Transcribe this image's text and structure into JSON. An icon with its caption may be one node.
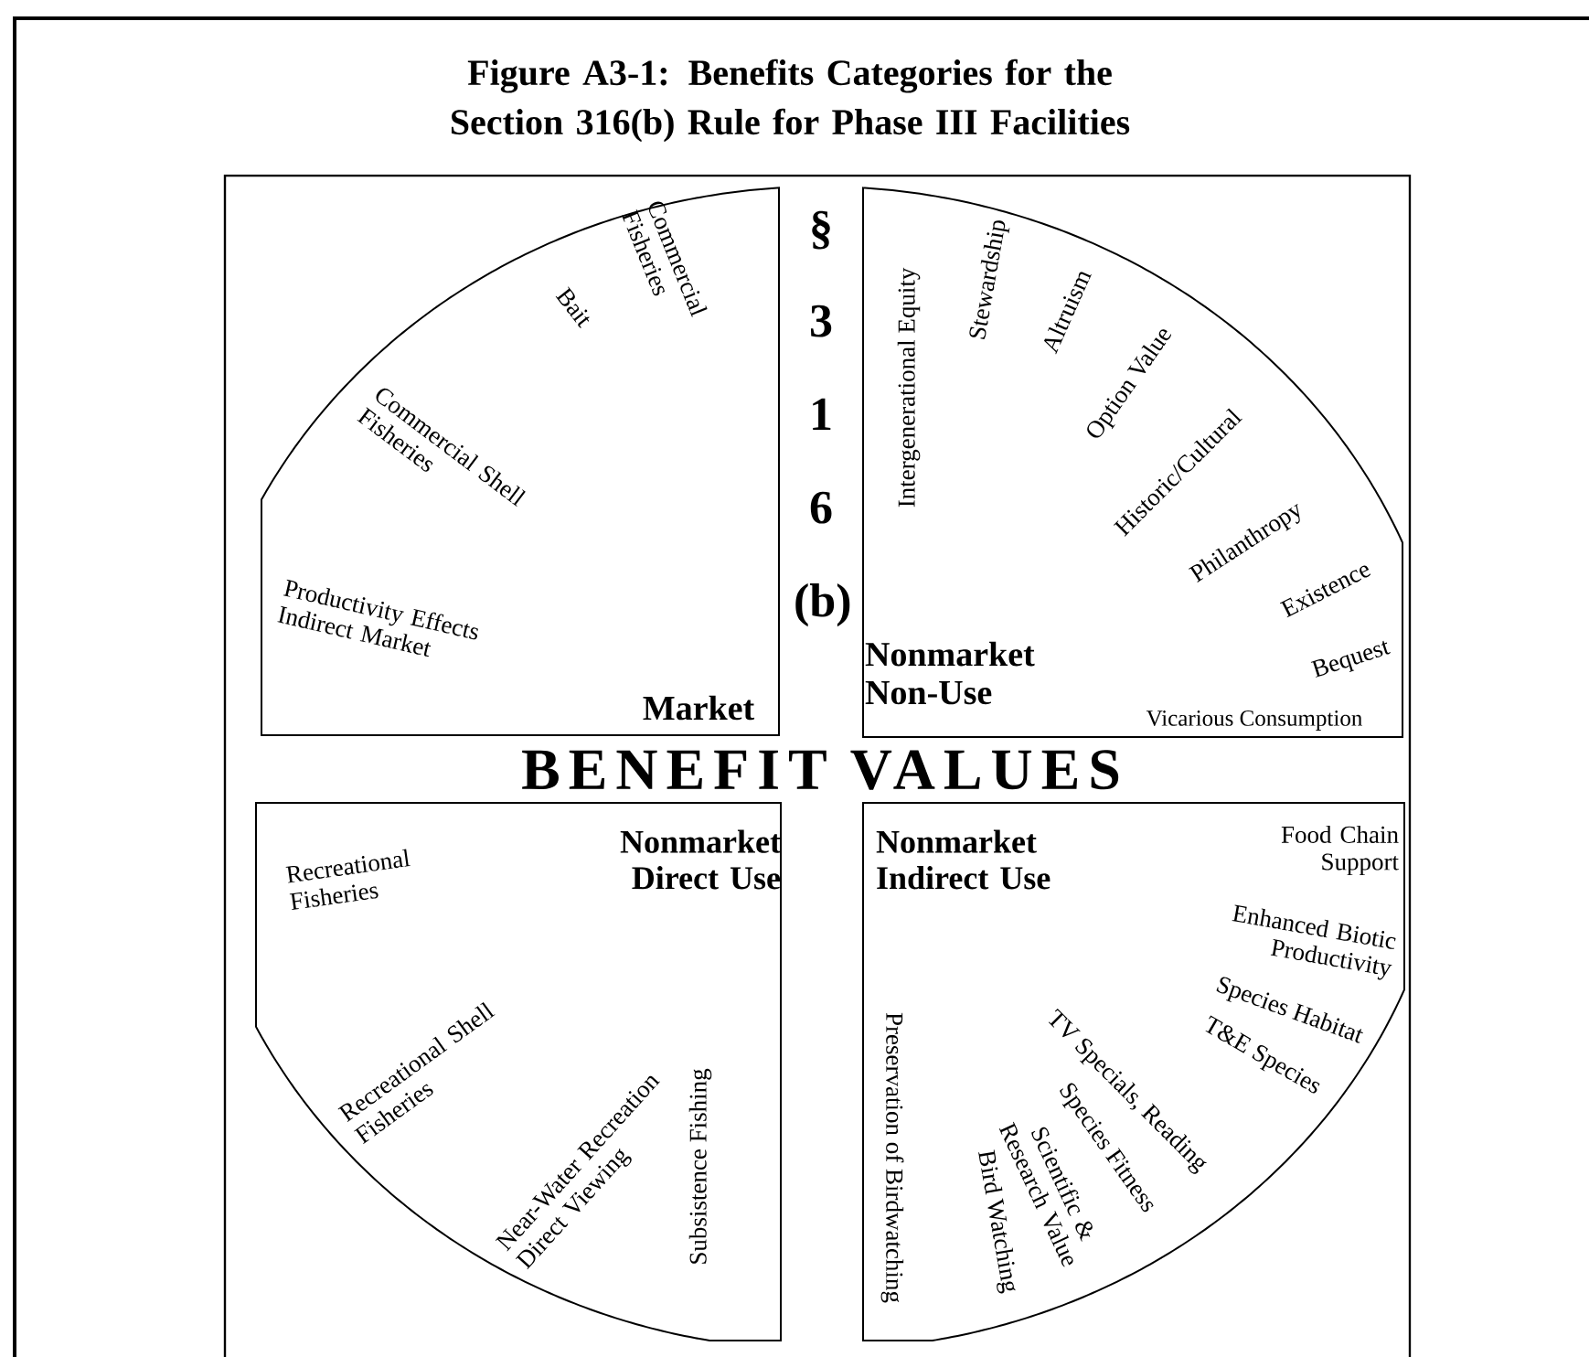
{
  "diagram": {
    "title": "Figure A3-1: Benefits Categories for the Section 316(b) Rule for Phase III Facilities",
    "nodes": [
      {
        "text": [
          "§ 3 1 6 (b)",
          "BENEFIT VALUES"
        ]
      },
      {
        "text": [
          "Market",
          "Commercial Fisheries",
          "Bait",
          "Commercial Shell Fisheries",
          "Productivity Effects Indirect Market"
        ],
        "in": 0
      },
      {
        "text": [
          "Nonmarket Non-Use",
          "Intergenerational Equity",
          "Stewardship",
          "Altruism",
          "Option Value",
          "Historic/Cultural",
          "Philanthropy",
          "Existence",
          "Bequest",
          "Vicarious Consumption"
        ],
        "in": 0
      },
      {
        "text": [
          "Nonmarket Direct Use",
          "Recreational Fisheries",
          "Recreational Shell Fisheries",
          "Near-Water Recreation Direct Viewing",
          "Subsistence Fishing"
        ],
        "in": 0
      },
      {
        "text": [
          "Nonmarket Indirect Use",
          "Food Chain Support",
          "Enhanced Biotic Productivity",
          "Species Habitat",
          "T&E Species",
          "TV Specials, Reading",
          "Species Fitness",
          "Scientific & Research Value",
          "Bird Watching",
          "Preservation of Birdwatching"
        ],
        "in": 0
      }
    ],
    "edges": []
  }
}
